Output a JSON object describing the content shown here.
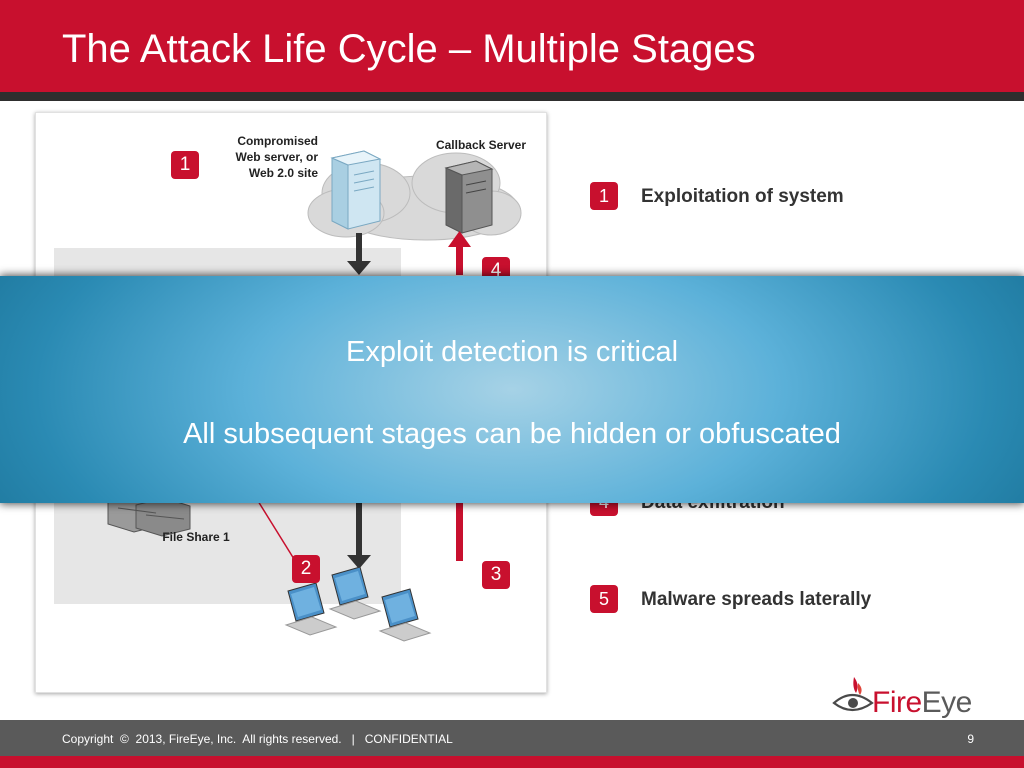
{
  "slide": {
    "title": "The Attack Life Cycle – Multiple Stages"
  },
  "diagram": {
    "compromised_server_label": "Compromised\nWeb server, or\nWeb 2.0 site",
    "callback_server_label": "Callback Server",
    "file_share_label": "File Share 1",
    "badges": [
      "1",
      "4",
      "2",
      "3"
    ]
  },
  "steps": [
    {
      "num": "1",
      "text": "Exploitation of system"
    },
    {
      "num": "4",
      "text": "Data exfiltration"
    },
    {
      "num": "5",
      "text": "Malware spreads laterally"
    }
  ],
  "overlay": {
    "line1": "Exploit detection is critical",
    "line2": "All subsequent stages can be hidden or obfuscated"
  },
  "logo": {
    "text_part1": "Fire",
    "text_part2": "Eye"
  },
  "footer": {
    "copyright": "Copyright  ©  2013, FireEye, Inc.  All rights reserved.   |   CONFIDENTIAL",
    "page_number": "9"
  },
  "colors": {
    "brand_red": "#c8102e",
    "overlay_blue": "#5cb1d9",
    "footer_gray": "#5a5a5a"
  }
}
